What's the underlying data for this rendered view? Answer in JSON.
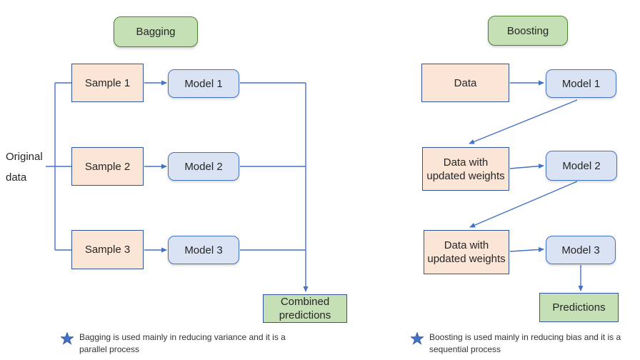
{
  "colors": {
    "accent_blue": "#4472C4",
    "model_fill": "#DAE3F3",
    "peach_fill": "#FBE5D6",
    "green_fill": "#C5E0B4",
    "green_border": "#538135",
    "navy_border": "#2F5597",
    "text": "#262626"
  },
  "bagging": {
    "title": "Bagging",
    "source_label": "Original data",
    "samples": [
      "Sample 1",
      "Sample 2",
      "Sample 3"
    ],
    "models": [
      "Model 1",
      "Model 2",
      "Model 3"
    ],
    "output": "Combined predictions",
    "note_lines": [
      "Bagging is used mainly in reducing variance and it is a",
      "parallel process"
    ]
  },
  "boosting": {
    "title": "Boosting",
    "data_nodes": [
      "Data",
      "Data with updated weights",
      "Data with updated weights"
    ],
    "models": [
      "Model 1",
      "Model 2",
      "Model 3"
    ],
    "output": "Predictions",
    "note_lines": [
      "Boosting is used mainly in reducing bias and it is a",
      "sequential process"
    ]
  }
}
